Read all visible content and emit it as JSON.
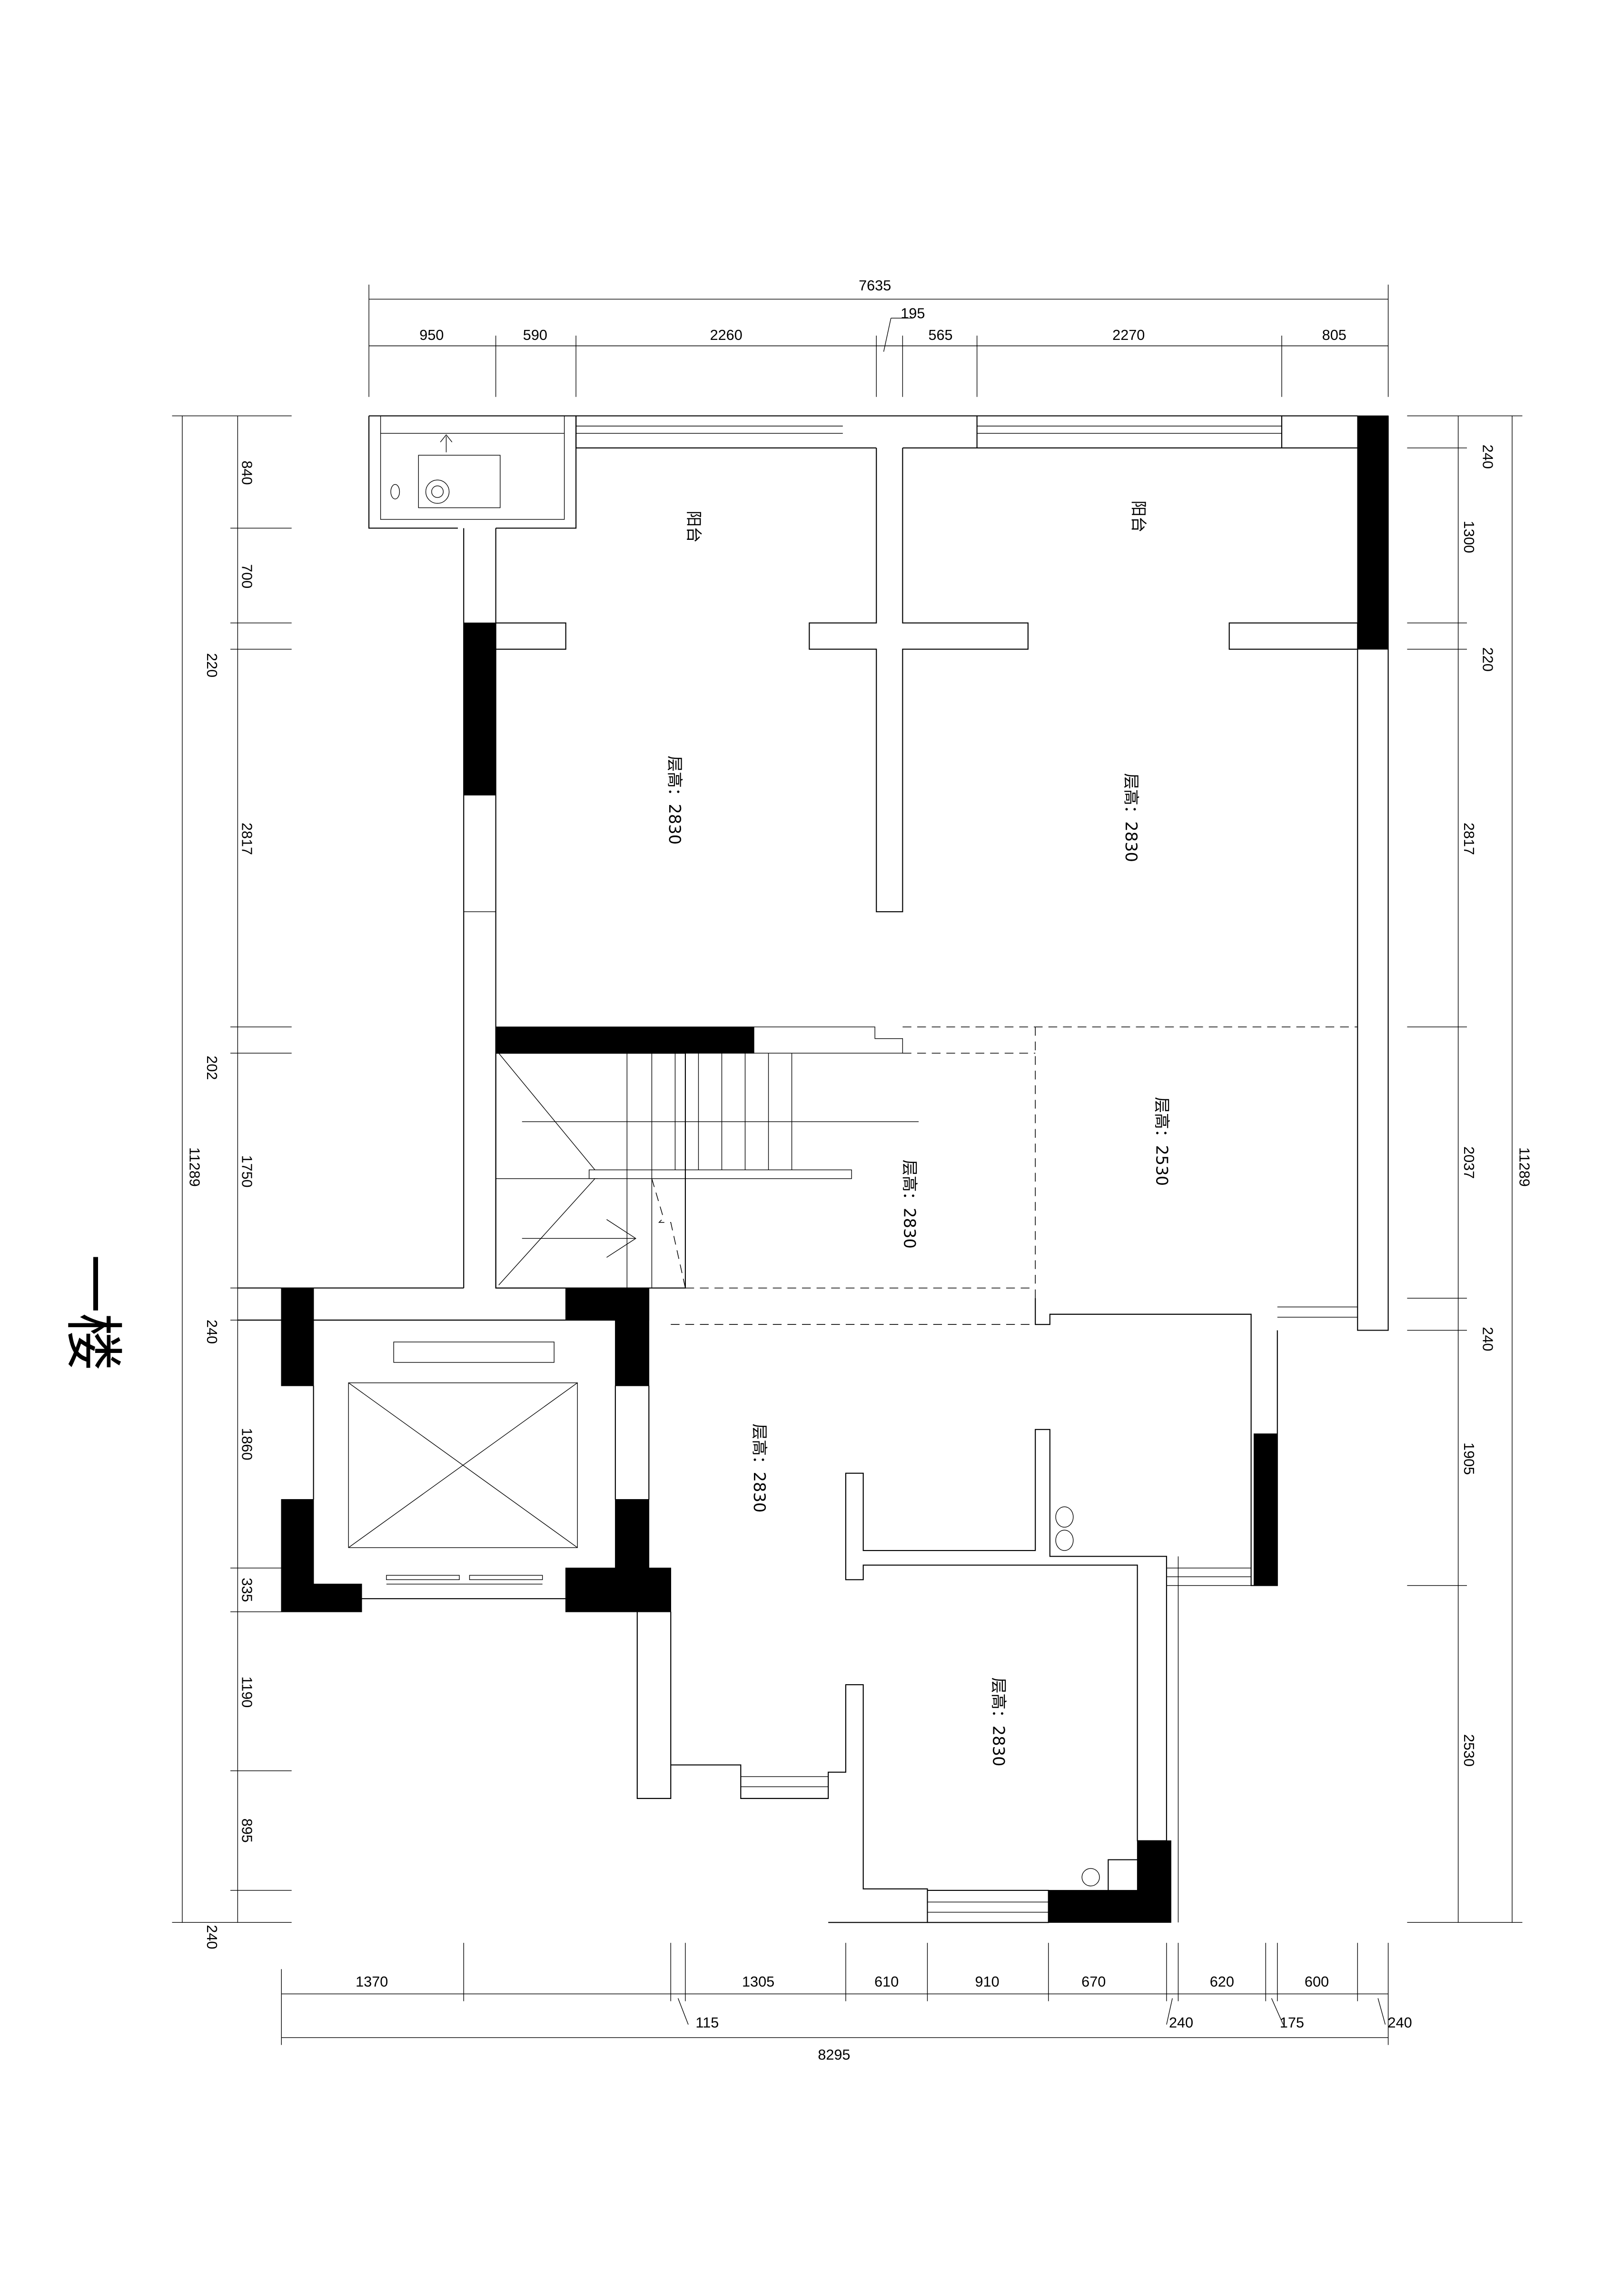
{
  "title": "一楼",
  "rooms": {
    "balcony_left": "阳台",
    "balcony_right": "阳台",
    "room_top_left": "层高：2830",
    "room_top_right": "层高：2830",
    "stair_area": "层高：2830",
    "room_mid_right": "层高：2530",
    "living": "层高：2830",
    "room_bottom": "层高：2830"
  },
  "dimensions": {
    "top_total": "7635",
    "top": [
      "950",
      "590",
      "2260",
      "195",
      "565",
      "2270",
      "805"
    ],
    "left_total": "11289",
    "left": [
      "840",
      "700",
      "220",
      "2817",
      "202",
      "1750",
      "240",
      "1860",
      "335",
      "1190",
      "895",
      "240"
    ],
    "right_total": "11289",
    "right": [
      "240",
      "1300",
      "220",
      "2817",
      "2037",
      "240",
      "1905",
      "2530"
    ],
    "bottom_total": "8295",
    "bottom": [
      "1370",
      "115",
      "1305",
      "610",
      "910",
      "670",
      "240",
      "620",
      "175",
      "600",
      "240"
    ]
  }
}
